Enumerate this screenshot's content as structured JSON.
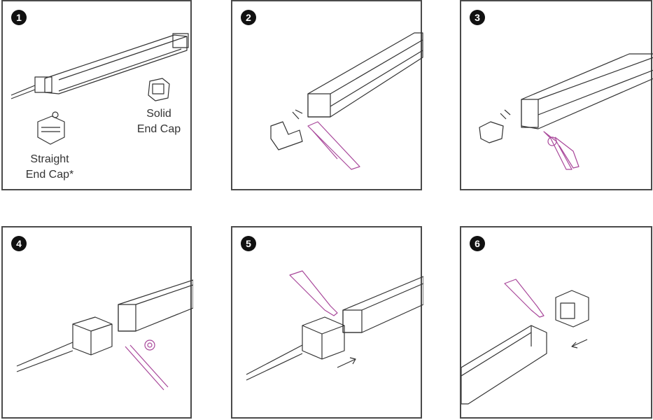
{
  "steps": [
    {
      "number": "1",
      "labels": {
        "solid_cap": [
          "Solid",
          "End Cap"
        ],
        "straight_cap": [
          "Straight",
          "End Cap*"
        ]
      }
    },
    {
      "number": "2"
    },
    {
      "number": "3"
    },
    {
      "number": "4"
    },
    {
      "number": "5"
    },
    {
      "number": "6"
    }
  ],
  "colors": {
    "line": "#333333",
    "tool": "#a8479a",
    "border": "#4a4a4a"
  }
}
